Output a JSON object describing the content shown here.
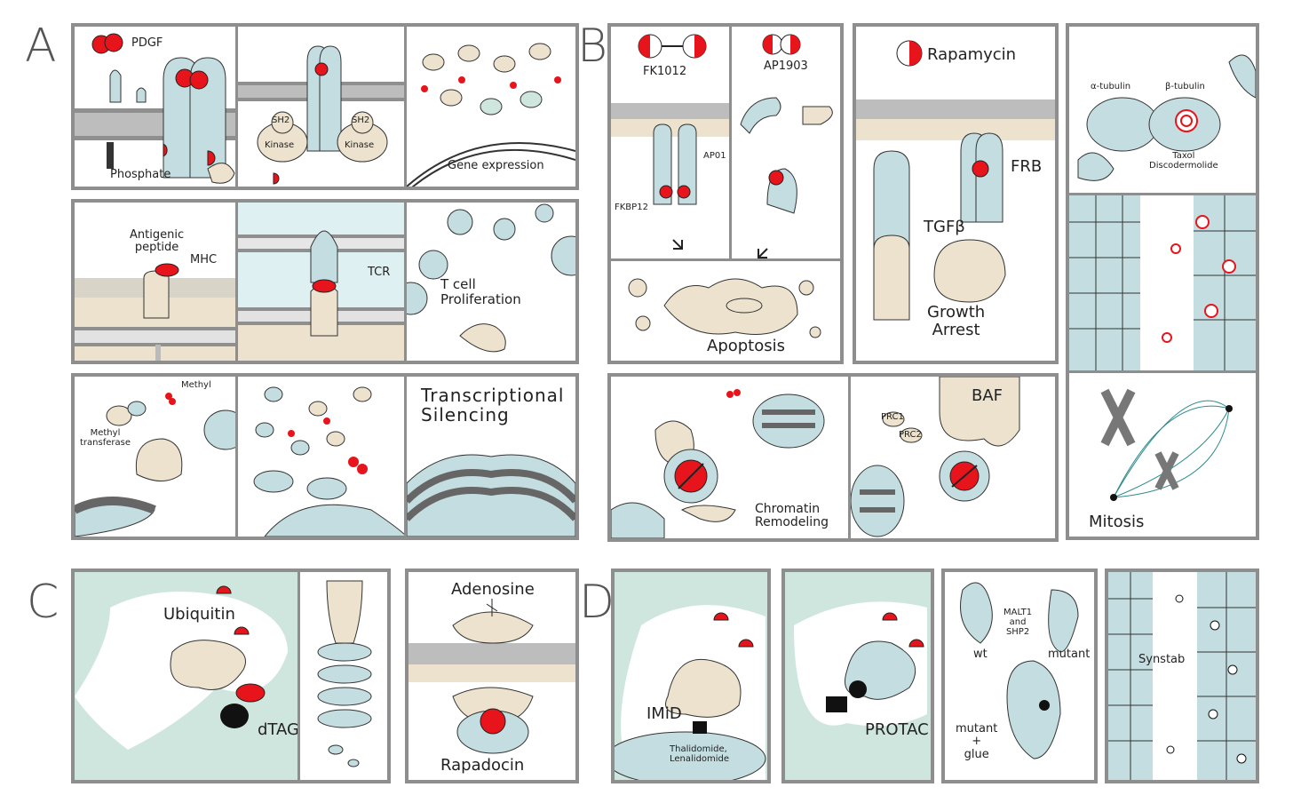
{
  "section_letters": [
    "A",
    "B",
    "C",
    "D"
  ],
  "A": {
    "row1": {
      "pdgf": "PDGF",
      "phosphate": "Phosphate",
      "sh2_left": "SH2",
      "sh2_right": "SH2",
      "kinase_left": "Kinase",
      "kinase_right": "Kinase",
      "gene_expression": "Gene expression"
    },
    "row2": {
      "antigenic_peptide": "Antigenic\npeptide",
      "mhc": "MHC",
      "tcr": "TCR",
      "t_cell_proliferation": "T cell\nProliferation"
    },
    "row3": {
      "methyl": "Methyl",
      "methyl_transferase": "Methyl\ntransferase",
      "transcriptional_silencing": "Transcriptional\nSilencing"
    }
  },
  "B": {
    "fk1012": "FK1012",
    "ap1903": "AP1903",
    "fkbp12": "FKBP12",
    "ap01": "AP01",
    "apoptosis": "Apoptosis",
    "rapamycin": "Rapamycin",
    "frb": "FRB",
    "tgfb": "TGFβ",
    "growth_arrest": "Growth\nArrest",
    "alpha_tubulin": "α-tubulin",
    "beta_tubulin": "β-tubulin",
    "taxol": "Taxol\nDiscodermolide",
    "mitosis": "Mitosis",
    "chromatin_remodeling": "Chromatin\nRemodeling",
    "prc1": "PRC1",
    "prc2": "PRC2",
    "baf": "BAF"
  },
  "C": {
    "ubiquitin": "Ubiquitin",
    "dtag": "dTAG",
    "adenosine": "Adenosine",
    "rapadocin": "Rapadocin"
  },
  "D": {
    "imid": "IMiD",
    "thalidomide": "Thalidomide,\nLenalidomide",
    "protac": "PROTAC",
    "malt1_shp2": "MALT1\nand\nSHP2",
    "wt": "wt",
    "mutant": "mutant",
    "mutant_glue": "mutant\n+\nglue",
    "synstab": "Synstab"
  },
  "colors": {
    "blue": "#c3dde0",
    "beige": "#ece2cd",
    "teal": "#cfe6df",
    "red": "#e8141b",
    "gray_border": "#8e8e8e",
    "membrane": "#c4c4c4"
  }
}
